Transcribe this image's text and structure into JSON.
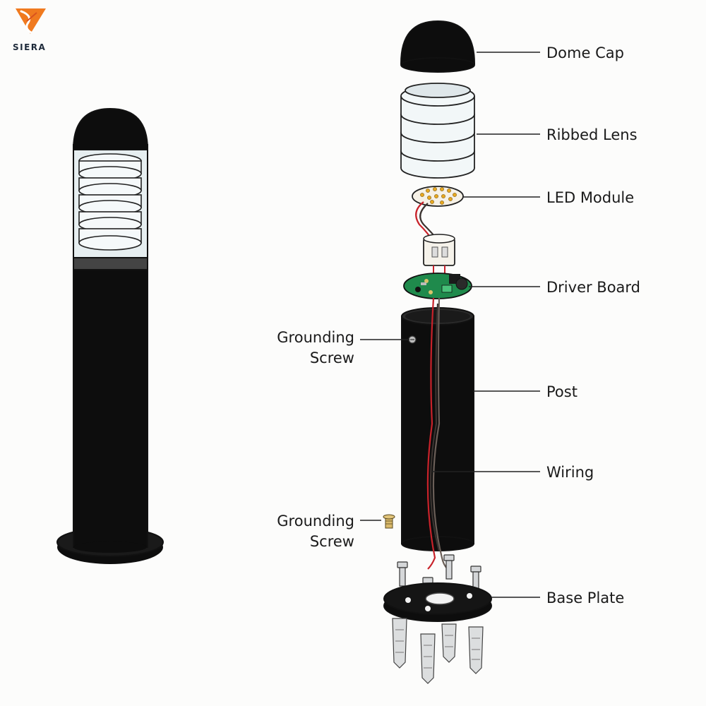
{
  "brand": {
    "name": "SIERA",
    "accent": "#f07a1f",
    "accent_dark": "#d9531e"
  },
  "colors": {
    "body": "#0d0d0d",
    "lens": "#eef4f6",
    "lens_shadow": "#c9d3d8",
    "pcb": "#1f8a4c",
    "wire_red": "#c8222a",
    "wire_dark": "#3a3330",
    "metal": "#c7c9cb",
    "led_board": "#f6f1e6",
    "led_dot": "#e8a820"
  },
  "labels": {
    "dome_cap": "Dome Cap",
    "ribbed_lens": "Ribbed Lens",
    "led_module": "LED Module",
    "driver_board": "Driver Board",
    "grounding_screw_top": [
      "Grounding",
      "Screw"
    ],
    "post": "Post",
    "wiring": "Wiring",
    "grounding_screw_bottom": [
      "Grounding",
      "Screw"
    ],
    "base_plate": "Base Plate"
  }
}
